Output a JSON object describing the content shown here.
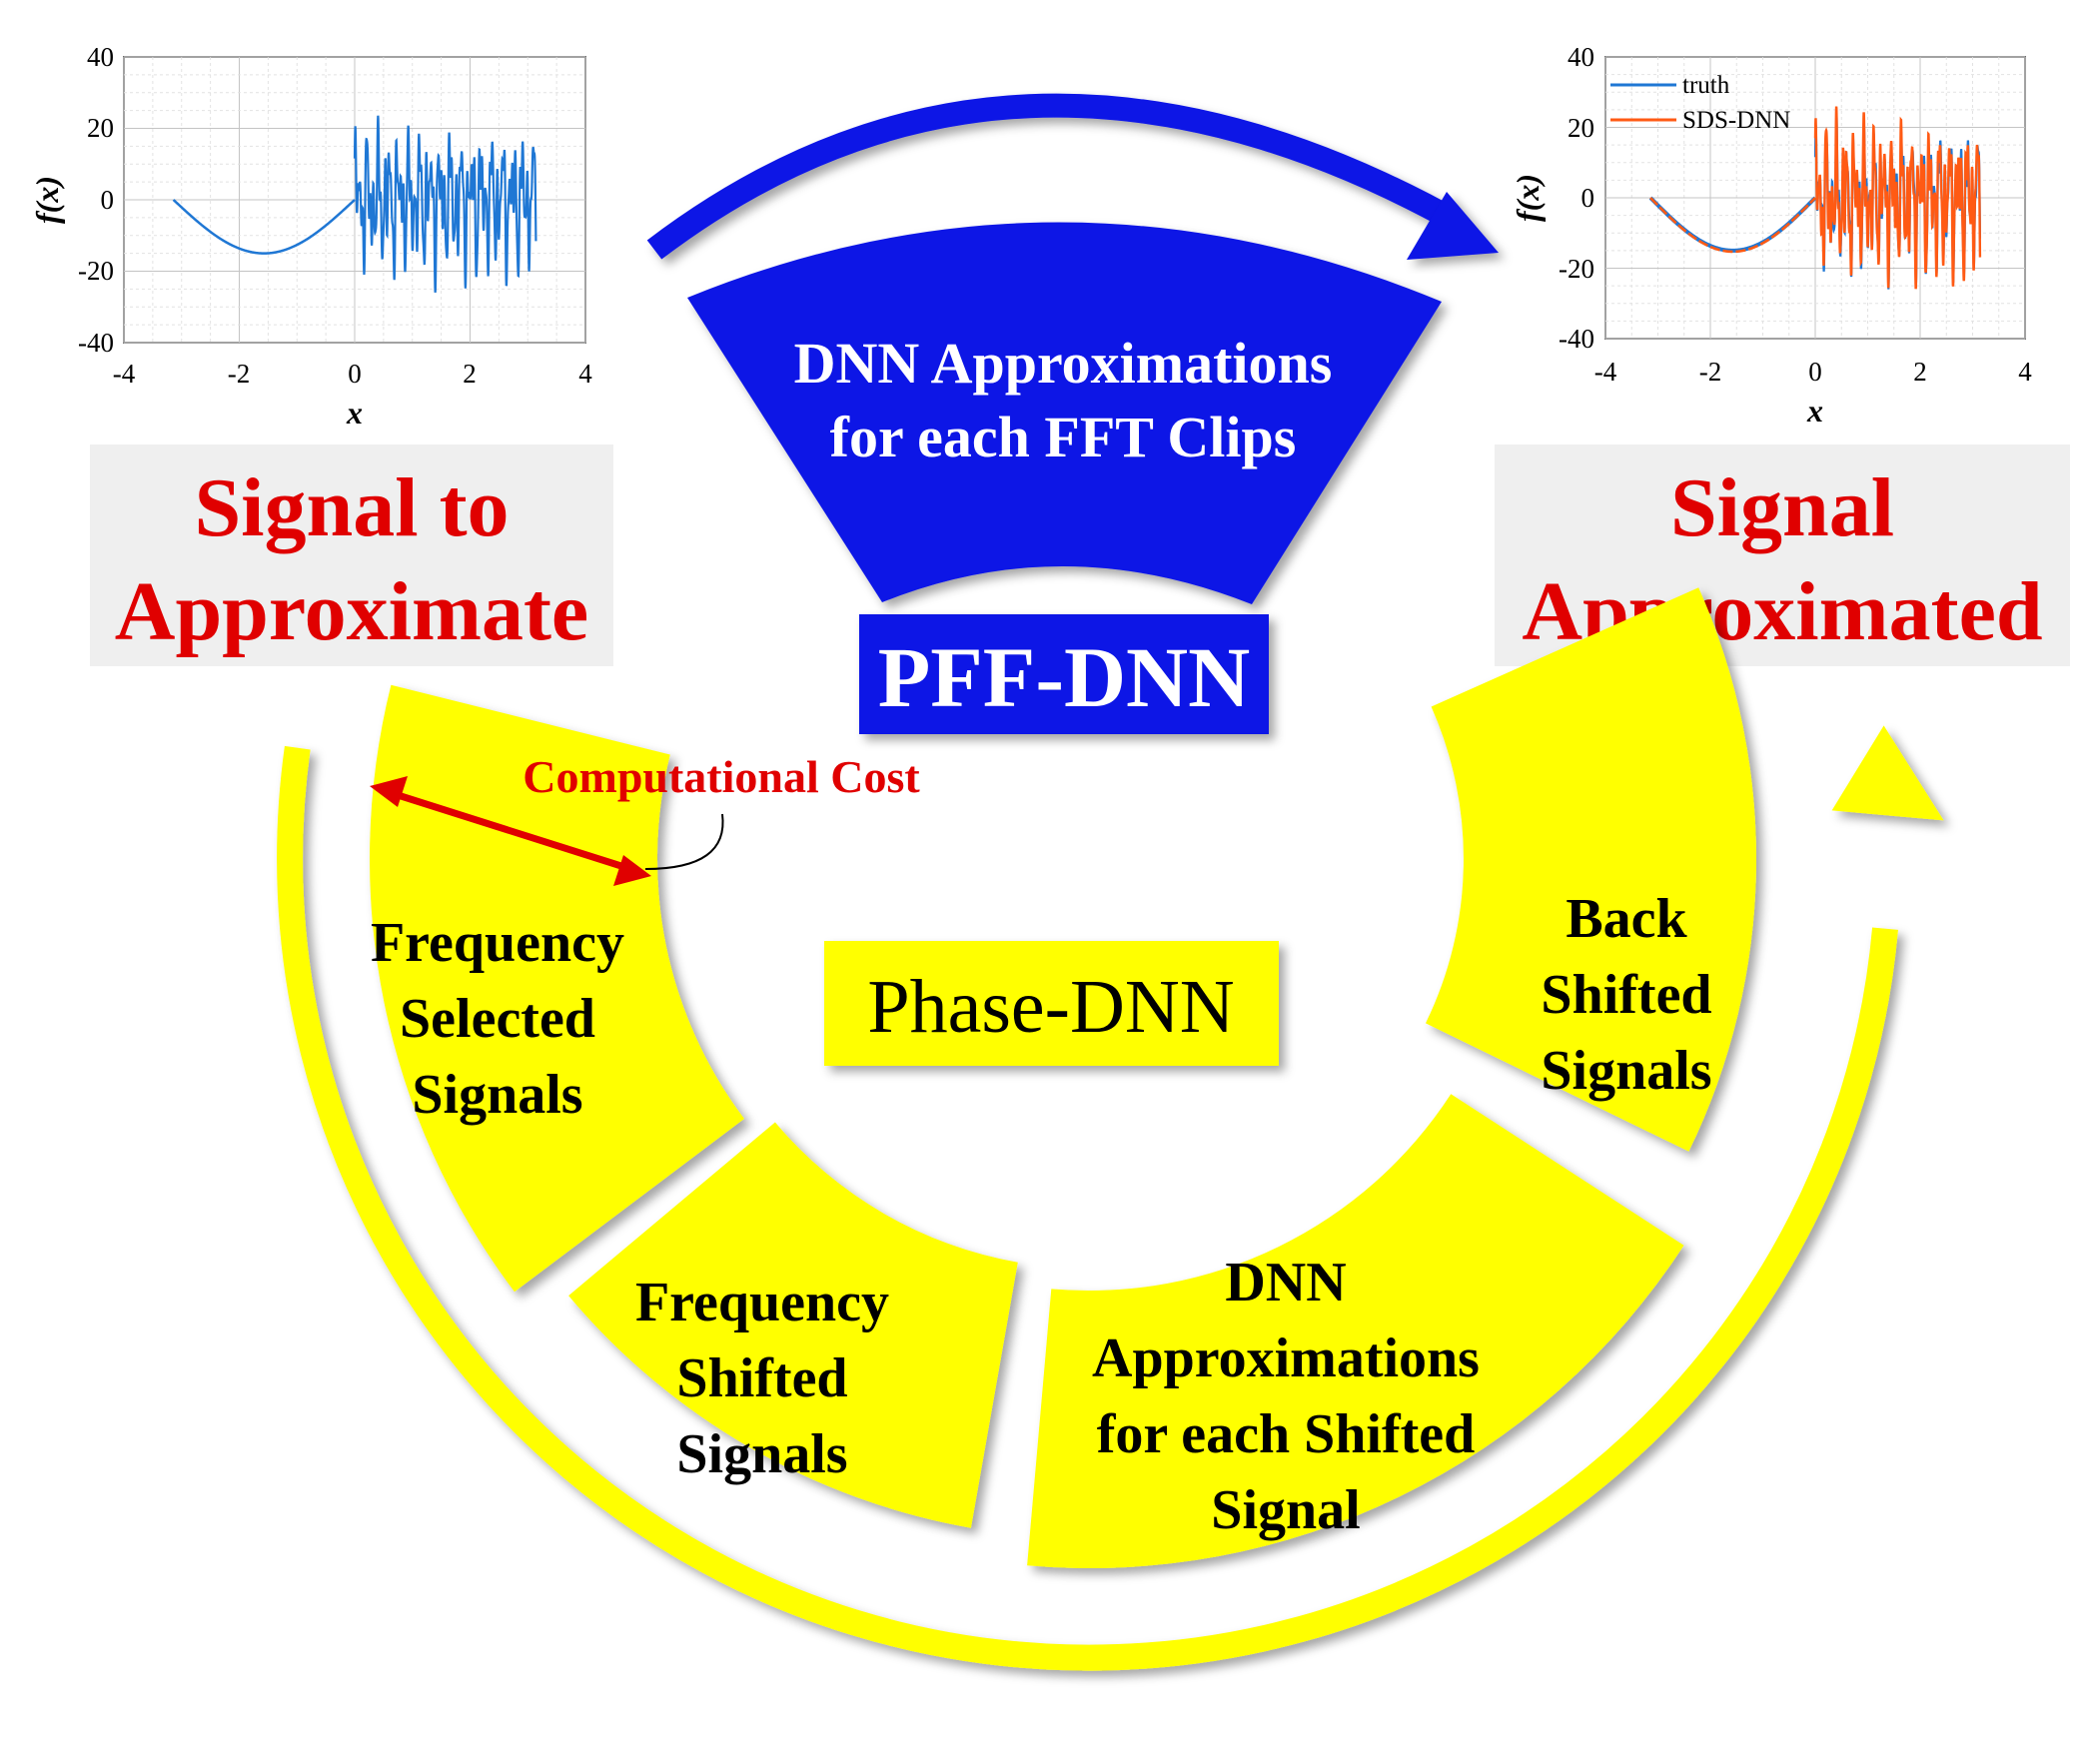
{
  "left_panel": {
    "title_lines": [
      "Signal to",
      "Approximate"
    ]
  },
  "right_panel": {
    "title_lines": [
      "Signal",
      "Approximated"
    ]
  },
  "pff": {
    "fan_lines": [
      "DNN Approximations",
      "for each FFT Clips"
    ],
    "label": "PFF-DNN"
  },
  "phase": {
    "label": "Phase-DNN",
    "cost_label": "Computational Cost",
    "segments": [
      {
        "name": "segment-frequency-selected",
        "lines": [
          "Frequency",
          "Selected",
          "Signals"
        ]
      },
      {
        "name": "segment-frequency-shifted",
        "lines": [
          "Frequency",
          "Shifted",
          "Signals"
        ]
      },
      {
        "name": "segment-dnn-approx",
        "lines": [
          "DNN",
          "Approximations",
          "for each Shifted",
          "Signal"
        ]
      },
      {
        "name": "segment-back-shifted",
        "lines": [
          "Back",
          "Shifted",
          "Signals"
        ]
      }
    ]
  },
  "colors": {
    "blue": "#0a14e6",
    "yellow": "#ffff00",
    "red": "#e00000",
    "truth": "#1f77d4",
    "approx": "#ff5a14",
    "panel_bg": "#efefef"
  },
  "chart_data": [
    {
      "type": "line",
      "name": "input-signal-plot",
      "xlabel": "x",
      "ylabel": "f(x)",
      "xlim": [
        -4,
        4
      ],
      "ylim": [
        -40,
        40
      ],
      "xticks": [
        "-4",
        "-2",
        "0",
        "2",
        "4"
      ],
      "yticks": [
        "40",
        "20",
        "0",
        "-20",
        "-40"
      ],
      "grid": true,
      "series": [
        {
          "color": "#1f77d4",
          "low_part": "15*sin(x) on [-3.14, 0]",
          "high_part": "dense oscillation on [0, 3.14], amplitude ~25-30"
        }
      ]
    },
    {
      "type": "line",
      "name": "approximated-signal-plot",
      "xlabel": "x",
      "ylabel": "f(x)",
      "xlim": [
        -4,
        4
      ],
      "ylim": [
        -40,
        40
      ],
      "xticks": [
        "-4",
        "-2",
        "0",
        "2",
        "4"
      ],
      "yticks": [
        "40",
        "20",
        "0",
        "-20",
        "-40"
      ],
      "grid": true,
      "legend": "top-left",
      "series": [
        {
          "name": "truth",
          "color": "#1f77d4"
        },
        {
          "name": "SDS-DNN",
          "color": "#ff5a14"
        }
      ]
    }
  ]
}
